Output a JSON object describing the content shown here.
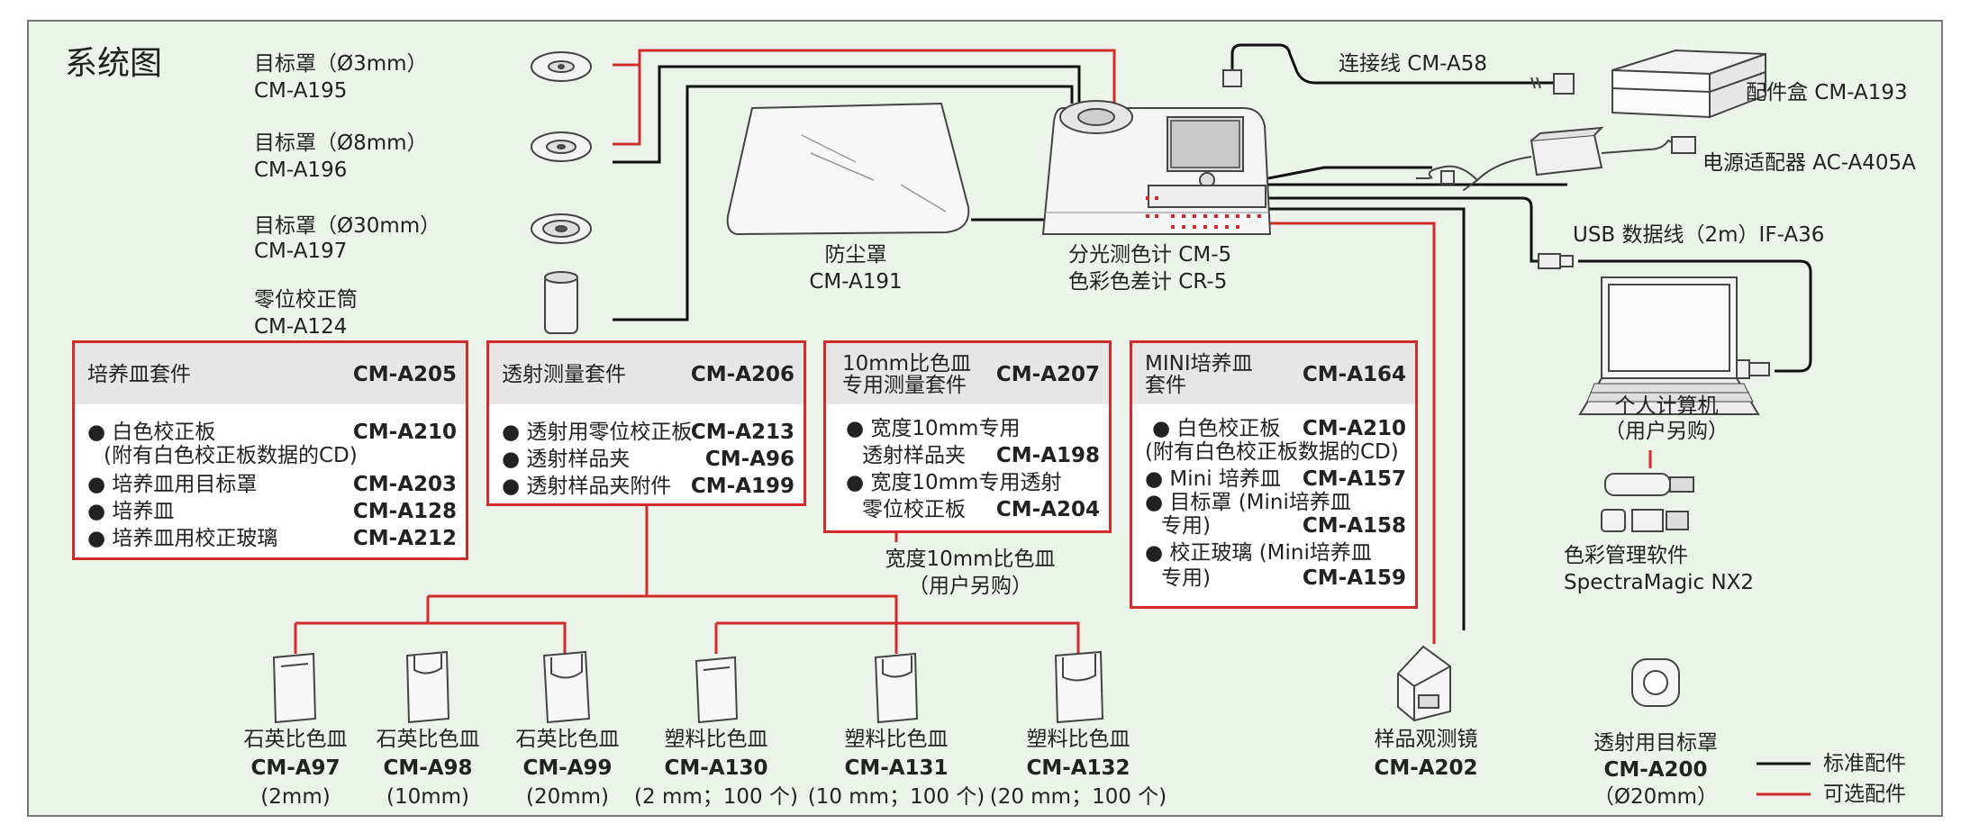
{
  "title": "系统图",
  "accessories": [
    {
      "name": "目标罩（Ø3mm）",
      "code": "CM-A195"
    },
    {
      "name": "目标罩（Ø8mm）",
      "code": "CM-A196"
    },
    {
      "name": "目标罩（Ø30mm）",
      "code": "CM-A197"
    },
    {
      "name": "零位校正筒",
      "code": "CM-A124"
    }
  ],
  "dust_cover": {
    "name": "防尘罩",
    "code": "CM-A191"
  },
  "instrument": {
    "line1": "分光测色计  CM-5",
    "line2": "色彩色差计  CR-5"
  },
  "cable": "连接线 CM-A58",
  "accessory_case": "配件盒 CM-A193",
  "ac_adapter": "电源适配器 AC-A405A",
  "usb": "USB 数据线（2m）IF-A36",
  "pc": {
    "name": "个人计算机",
    "note": "（用户另购）"
  },
  "software": {
    "name": "色彩管理软件",
    "product": "SpectraMagic NX2"
  },
  "kits": [
    {
      "title": "培养皿套件",
      "code": "CM-A205",
      "items": [
        {
          "label": "● 白色校正板",
          "code": "CM-A210"
        },
        {
          "label": "(附有白色校正板数据的CD)",
          "code": ""
        },
        {
          "label": "● 培养皿用目标罩",
          "code": "CM-A203"
        },
        {
          "label": "● 培养皿",
          "code": "CM-A128"
        },
        {
          "label": "● 培养皿用校正玻璃",
          "code": "CM-A212"
        }
      ]
    },
    {
      "title": "透射测量套件",
      "code": "CM-A206",
      "items": [
        {
          "label": "● 透射用零位校正板",
          "code": "CM-A213"
        },
        {
          "label": "● 透射样品夹",
          "code": "CM-A96"
        },
        {
          "label": "● 透射样品夹附件",
          "code": "CM-A199"
        }
      ]
    },
    {
      "title": "10mm比色皿",
      "title2": "专用测量套件",
      "code": "CM-A207",
      "items": [
        {
          "label": "● 宽度10mm专用",
          "code": ""
        },
        {
          "label": "透射样品夹",
          "code": "CM-A198"
        },
        {
          "label": "● 宽度10mm专用透射",
          "code": ""
        },
        {
          "label": "零位校正板",
          "code": "CM-A204"
        }
      ]
    },
    {
      "title": "MINI培养皿",
      "title2": "套件",
      "code": "CM-A164",
      "items": [
        {
          "label": "● 白色校正板",
          "code": "CM-A210"
        },
        {
          "label": "(附有白色校正板数据的CD)",
          "code": ""
        },
        {
          "label": "● Mini 培养皿",
          "code": "CM-A157"
        },
        {
          "label": "● 目标罩 (Mini培养皿",
          "code": ""
        },
        {
          "label": "专用)",
          "code": "CM-A158"
        },
        {
          "label": "● 校正玻璃 (Mini培养皿",
          "code": ""
        },
        {
          "label": "专用)",
          "code": "CM-A159"
        }
      ]
    }
  ],
  "cell_10mm_note": {
    "line1": "宽度10mm比色皿",
    "line2": "（用户另购）"
  },
  "cells": [
    {
      "name": "石英比色皿",
      "code": "CM-A97",
      "spec": "(2mm)"
    },
    {
      "name": "石英比色皿",
      "code": "CM-A98",
      "spec": "(10mm)"
    },
    {
      "name": "石英比色皿",
      "code": "CM-A99",
      "spec": "(20mm)"
    },
    {
      "name": "塑料比色皿",
      "code": "CM-A130",
      "spec": "(2 mm；100 个)"
    },
    {
      "name": "塑料比色皿",
      "code": "CM-A131",
      "spec": "(10 mm；100 个)"
    },
    {
      "name": "塑料比色皿",
      "code": "CM-A132",
      "spec": "(20 mm；100 个)"
    }
  ],
  "viewer": {
    "name": "样品观测镜",
    "code": "CM-A202"
  },
  "trans_mask": {
    "name": "透射用目标罩",
    "code": "CM-A200",
    "spec": "（Ø20mm）"
  },
  "legend": [
    {
      "label": "标准配件",
      "color": "#111111"
    },
    {
      "label": "可选配件",
      "color": "#d12b2b"
    }
  ]
}
